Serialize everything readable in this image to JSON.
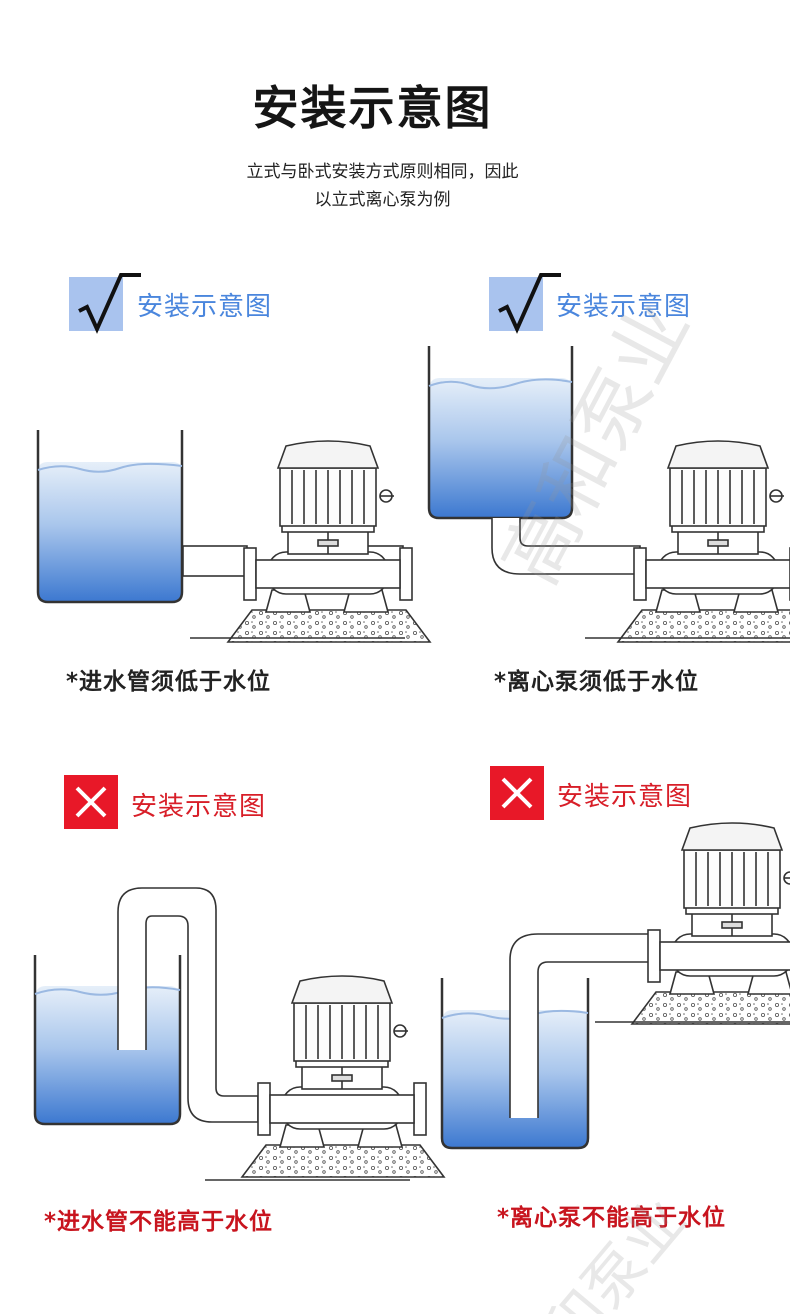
{
  "header": {
    "title": "安装示意图",
    "subtitle_line1": "立式与卧式安装方式原则相同，因此",
    "subtitle_line2": "以立式离心泵为例"
  },
  "panels": [
    {
      "status": "correct",
      "label": "安装示意图",
      "caption": "*进水管须低于水位"
    },
    {
      "status": "correct",
      "label": "安装示意图",
      "caption": "*离心泵须低于水位"
    },
    {
      "status": "incorrect",
      "label": "安装示意图",
      "caption": "*进水管不能高于水位"
    },
    {
      "status": "incorrect",
      "label": "安装示意图",
      "caption": "*离心泵不能高于水位"
    }
  ],
  "watermark": {
    "text_a": "高和泵业",
    "text_b": "和泵业"
  },
  "icons": {
    "correct": "check-mark-icon",
    "incorrect": "cross-mark-icon"
  },
  "colors": {
    "correct_label": "#4a86dd",
    "correct_badge": "#a9c3ee",
    "incorrect": "#e81828",
    "incorrect_caption": "#c8141e",
    "water_top": "#e4eef9",
    "water_bottom": "#3f7ad0"
  }
}
